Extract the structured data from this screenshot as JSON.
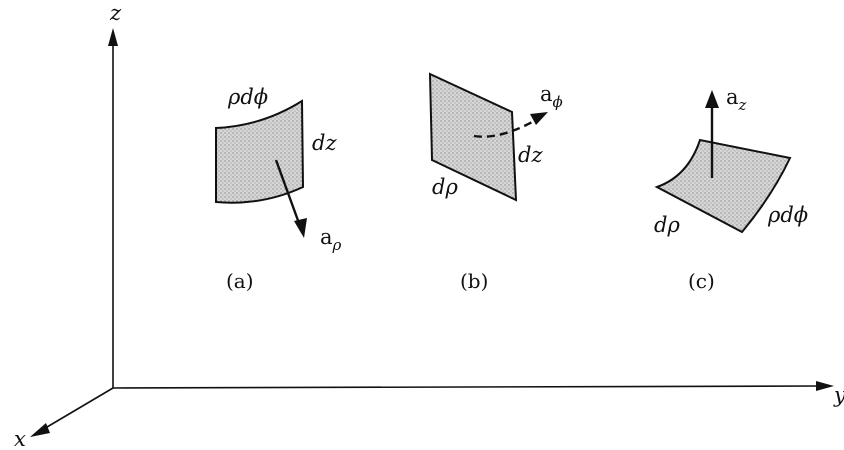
{
  "axes": {
    "x_label": "x",
    "y_label": "y",
    "z_label": "z"
  },
  "panel_a": {
    "caption": "(a)",
    "arc_label": "ρdϕ",
    "height_label": "dz",
    "vector_label": "a",
    "vector_sub": "ρ"
  },
  "panel_b": {
    "caption": "(b)",
    "width_label": "dρ",
    "height_label": "dz",
    "vector_label": "a",
    "vector_sub": "ϕ"
  },
  "panel_c": {
    "caption": "(c)",
    "width_label": "dρ",
    "arc_label": "ρdϕ",
    "vector_label": "a",
    "vector_sub": "z"
  }
}
